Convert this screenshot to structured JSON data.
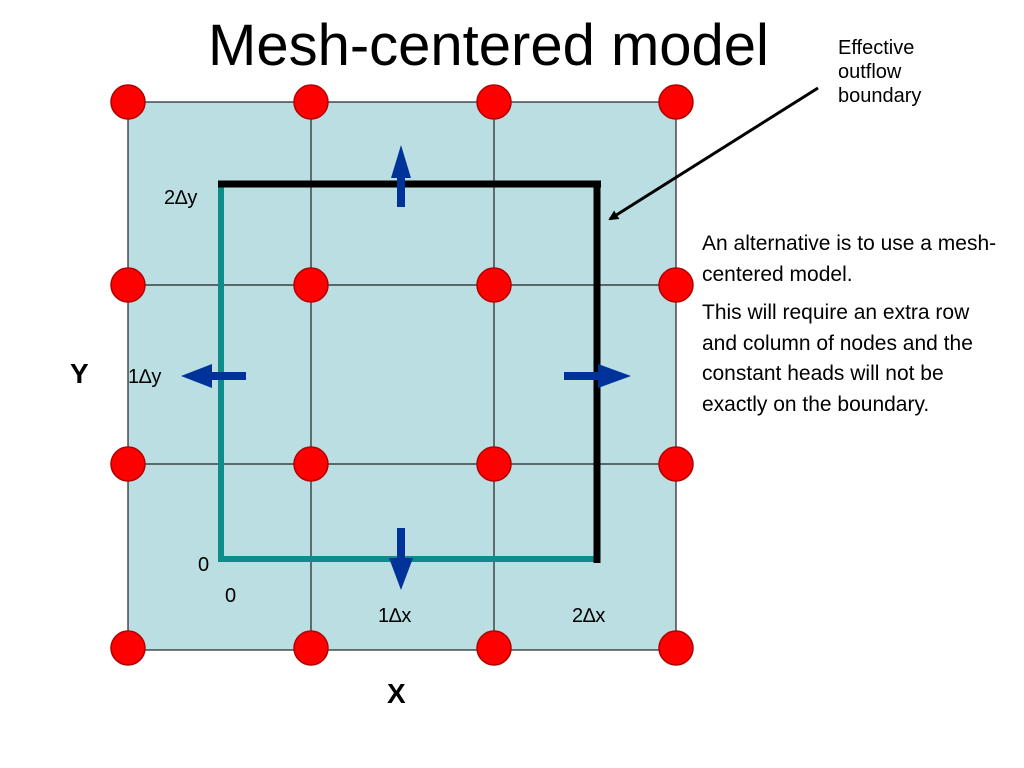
{
  "title": "Mesh-centered model",
  "callout": {
    "lines": [
      "Effective",
      "outflow",
      "boundary"
    ]
  },
  "description": {
    "p1": "An alternative is to use a mesh-centered model.",
    "p2": "This will require an extra row and column of nodes and the constant heads will not be exactly on the boundary."
  },
  "labels": {
    "y2": "2∆y",
    "y1": "1∆y",
    "y0": "0",
    "x0": "0",
    "x1": "1∆x",
    "x2": "2∆x",
    "axis_x": "X",
    "axis_y": "Y"
  },
  "colors": {
    "domain_fill": "#bbdee2",
    "grid_line": "#222222",
    "node_fill": "#ff0000",
    "node_stroke": "#b00000",
    "boundary_black": "#000000",
    "boundary_teal": "#0e8c8c",
    "flow_arrow": "#003399"
  },
  "icons": {
    "flow_arrows": [
      "arrow-up-icon",
      "arrow-left-icon",
      "arrow-right-icon",
      "arrow-down-icon"
    ],
    "callout_pointer": "callout-arrow-icon"
  }
}
